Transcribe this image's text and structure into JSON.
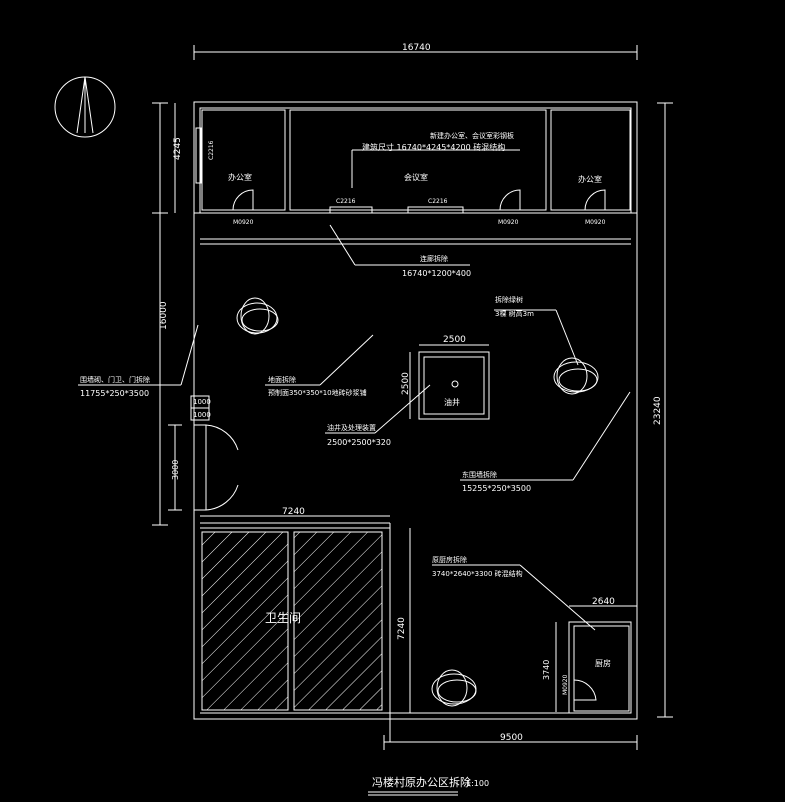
{
  "colors": {
    "background": "#000000",
    "line": "#ffffff"
  },
  "dims": {
    "top_width": "16740",
    "office_depth": "4245",
    "left_height": "16000",
    "right_height": "23240",
    "door_3000": "3000",
    "door_1000a": "1000",
    "door_1000b": "1000",
    "toilet_width": "7240",
    "toilet_height": "7240",
    "bottom_width": "9500",
    "kitchen_width": "2640",
    "kitchen_height": "3740",
    "well_w": "2500",
    "well_h": "2500"
  },
  "rooms": {
    "office_left": "办公室",
    "meeting": "会议室",
    "office_right": "办公室",
    "toilet": "卫生间",
    "kitchen": "厨房",
    "well": "油井"
  },
  "doors": {
    "m1": "M0920",
    "m2": "M0920",
    "m3": "M0920",
    "m4": "M0920"
  },
  "windows": {
    "c1": "C2216",
    "c2": "C2216",
    "c3": "C2216"
  },
  "notes": {
    "building_1": "新建办公室、会议室彩钢板",
    "building_2": "建筑尺寸 16740*4245*4200  砖混结构",
    "corridor_1": "连廊拆除",
    "corridor_2": "16740*1200*400",
    "fence_left_1": "围墙砌、门卫、门拆除",
    "fence_left_2": "11755*250*3500",
    "floor_1": "地面拆除",
    "floor_2": "预制面350*350*10地砖砂浆铺",
    "wellpad_1": "油井及处理装置",
    "wellpad_2": "2500*2500*320",
    "trees": "拆除绿树",
    "trees_2": "3棵  树高3m",
    "fence_right_1": "东围墙拆除",
    "fence_right_2": "15255*250*3500",
    "kitchen_1": "原厨房拆除",
    "kitchen_2": "3740*2640*3300  砖混结构"
  },
  "footer": {
    "title": "冯楼村原办公区拆除",
    "scale": "1:100"
  }
}
